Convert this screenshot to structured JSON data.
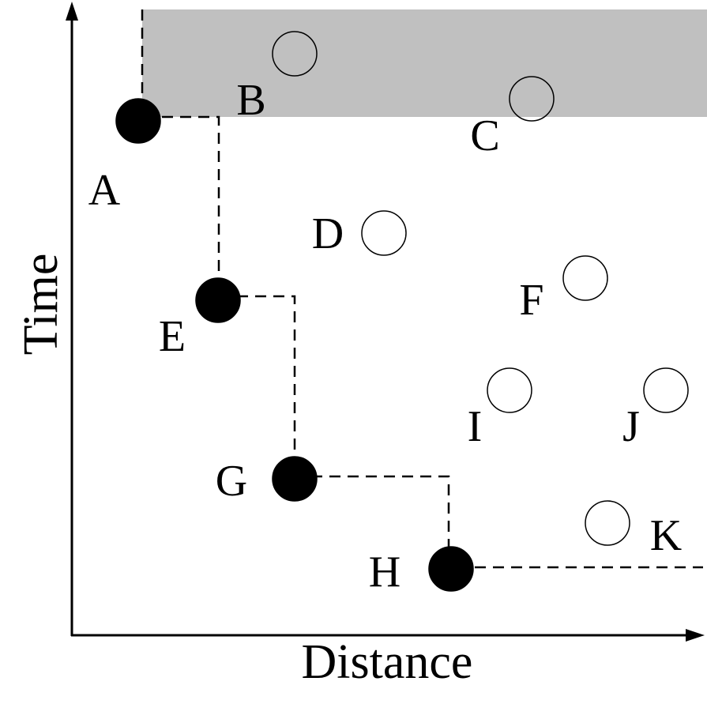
{
  "diagram": {
    "xlabel": "Distance",
    "ylabel": "Time",
    "dominated_region_color": "#c0c0c0",
    "points": [
      {
        "id": "A",
        "label": "A",
        "filled": true
      },
      {
        "id": "B",
        "label": "B",
        "filled": false
      },
      {
        "id": "C",
        "label": "C",
        "filled": false
      },
      {
        "id": "D",
        "label": "D",
        "filled": false
      },
      {
        "id": "E",
        "label": "E",
        "filled": true
      },
      {
        "id": "F",
        "label": "F",
        "filled": false
      },
      {
        "id": "G",
        "label": "G",
        "filled": true
      },
      {
        "id": "H",
        "label": "H",
        "filled": true
      },
      {
        "id": "I",
        "label": "I",
        "filled": false
      },
      {
        "id": "J",
        "label": "J",
        "filled": false
      },
      {
        "id": "K",
        "label": "K",
        "filled": false
      }
    ]
  }
}
